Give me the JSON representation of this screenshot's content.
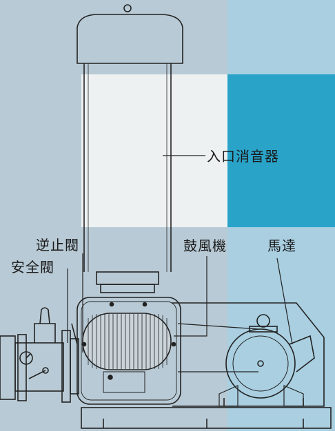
{
  "labels": {
    "inlet_silencer": "入口消音器",
    "check_valve": "逆止閥",
    "safety_valve": "安全閥",
    "blower": "鼓風機",
    "motor": "馬達"
  },
  "colors": {
    "background": "#b9ccd7",
    "panel_right": "#a8cfe0",
    "panel_white": "#eef1f2",
    "panel_cyan": "#2aa2c8",
    "line": "#222222"
  }
}
